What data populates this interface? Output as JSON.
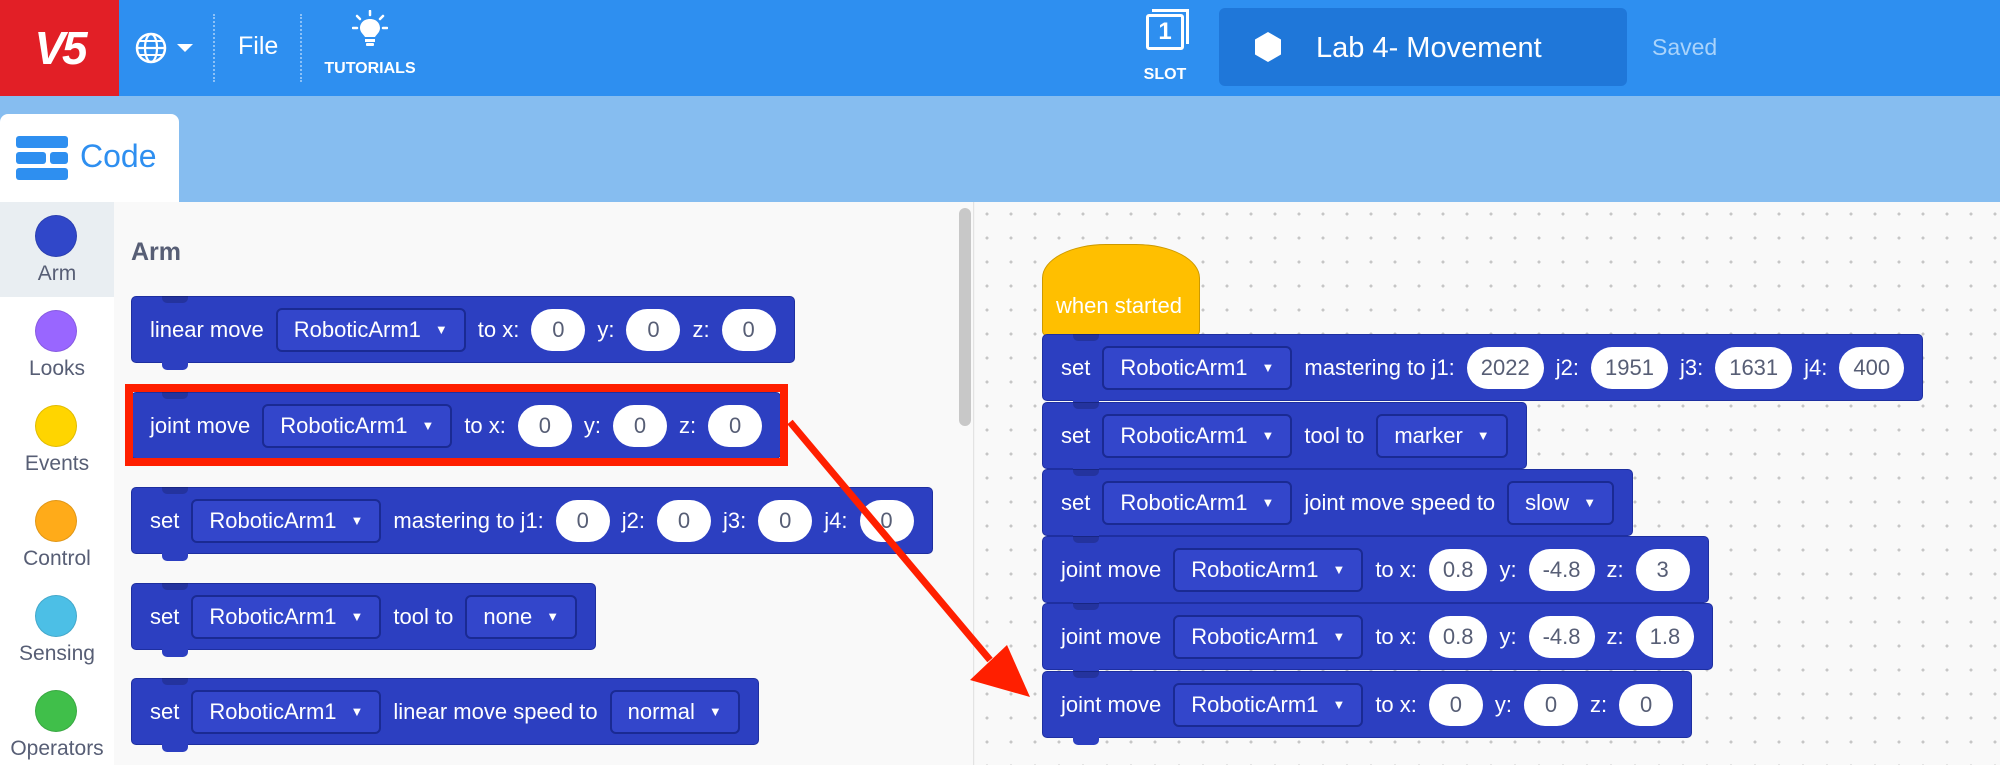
{
  "app": {
    "logo": "V5",
    "file_menu": "File",
    "tutorials": "TUTORIALS",
    "slot_number": "1",
    "slot_label": "SLOT",
    "project_name": "Lab 4- Movement",
    "save_status": "Saved"
  },
  "tabs": {
    "code": "Code"
  },
  "categories": [
    {
      "name": "Arm",
      "color": "#3047c9"
    },
    {
      "name": "Looks",
      "color": "#9966ff"
    },
    {
      "name": "Events",
      "color": "#ffd500"
    },
    {
      "name": "Control",
      "color": "#ffab19"
    },
    {
      "name": "Sensing",
      "color": "#4cbfe6"
    },
    {
      "name": "Operators",
      "color": "#40bf4a"
    }
  ],
  "palette": {
    "title": "Arm",
    "blocks": [
      {
        "a": "linear move",
        "dev": "RoboticArm1",
        "b": "to x:",
        "x": "0",
        "c": "y:",
        "y": "0",
        "d": "z:",
        "z": "0"
      },
      {
        "a": "joint move",
        "dev": "RoboticArm1",
        "b": "to x:",
        "x": "0",
        "c": "y:",
        "y": "0",
        "d": "z:",
        "z": "0"
      },
      {
        "a": "set",
        "dev": "RoboticArm1",
        "b": "mastering to j1:",
        "j1": "0",
        "c": "j2:",
        "j2": "0",
        "d": "j3:",
        "j3": "0",
        "e": "j4:",
        "j4": "0"
      },
      {
        "a": "set",
        "dev": "RoboticArm1",
        "b": "tool to",
        "opt": "none"
      },
      {
        "a": "set",
        "dev": "RoboticArm1",
        "b": "linear move speed to",
        "opt": "normal"
      }
    ]
  },
  "workspace": {
    "hat": "when started",
    "blocks": [
      {
        "a": "set",
        "dev": "RoboticArm1",
        "b": "mastering to j1:",
        "j1": "2022",
        "c": "j2:",
        "j2": "1951",
        "d": "j3:",
        "j3": "1631",
        "e": "j4:",
        "j4": "400"
      },
      {
        "a": "set",
        "dev": "RoboticArm1",
        "b": "tool to",
        "opt": "marker"
      },
      {
        "a": "set",
        "dev": "RoboticArm1",
        "b": "joint move speed to",
        "opt": "slow"
      },
      {
        "a": "joint move",
        "dev": "RoboticArm1",
        "b": "to x:",
        "x": "0.8",
        "c": "y:",
        "y": "-4.8",
        "d": "z:",
        "z": "3"
      },
      {
        "a": "joint move",
        "dev": "RoboticArm1",
        "b": "to x:",
        "x": "0.8",
        "c": "y:",
        "y": "-4.8",
        "d": "z:",
        "z": "1.8"
      },
      {
        "a": "joint move",
        "dev": "RoboticArm1",
        "b": "to x:",
        "x": "0",
        "c": "y:",
        "y": "0",
        "d": "z:",
        "z": "0"
      }
    ]
  },
  "annotation": {
    "highlight_color": "#ff1f00"
  }
}
